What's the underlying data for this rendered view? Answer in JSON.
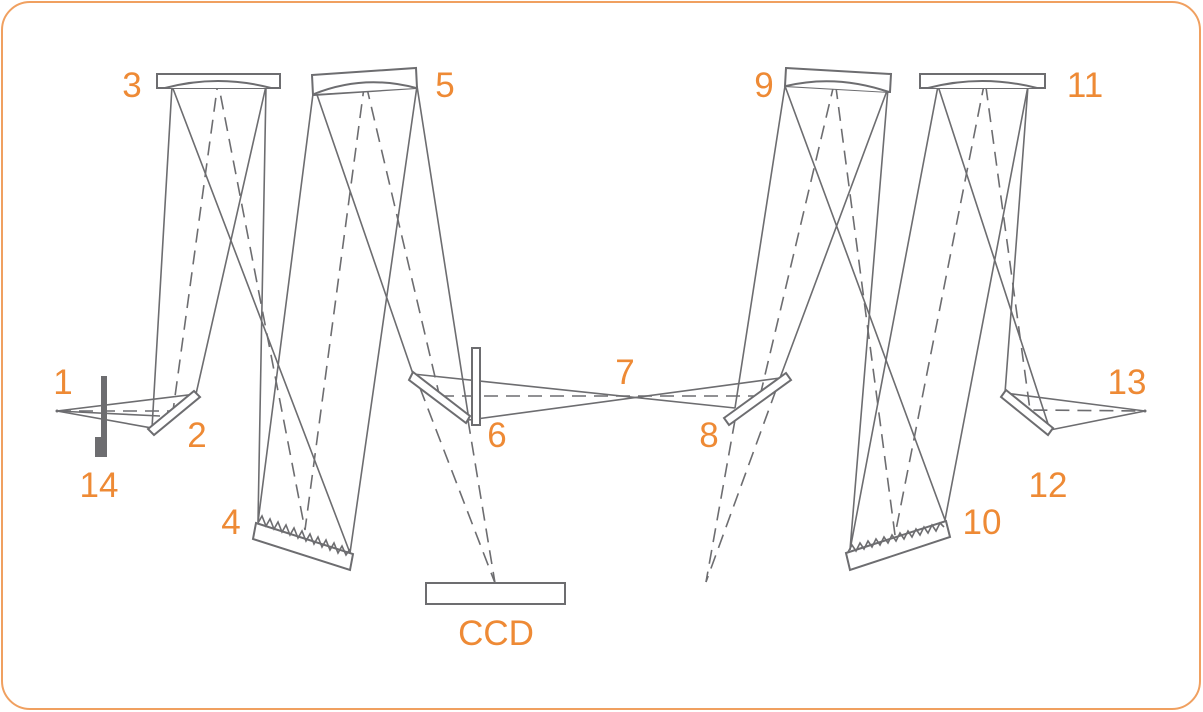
{
  "diagram": {
    "type": "optical path of a double Czerny-Turner monochromator spectrometer",
    "labels": {
      "l1": "1",
      "l2": "2",
      "l3": "3",
      "l4": "4",
      "l5": "5",
      "l6": "6",
      "l7": "7",
      "l8": "8",
      "l9": "9",
      "l10": "10",
      "l11": "11",
      "l12": "12",
      "l13": "13",
      "l14": "14",
      "ccd": "CCD"
    },
    "colors": {
      "label": "#ee8a35",
      "line": "#6d6d70",
      "border": "#f0a060"
    }
  }
}
